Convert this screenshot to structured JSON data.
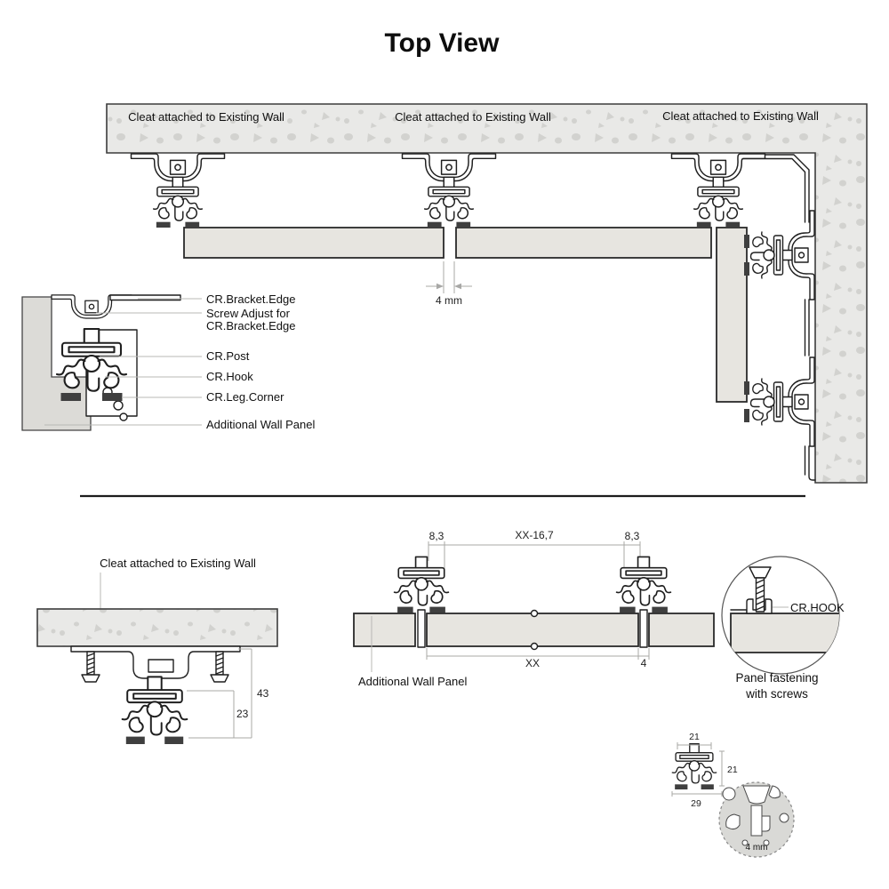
{
  "title": "Top View",
  "top_view": {
    "cleat_label_1": "Cleat attached to Existing Wall",
    "cleat_label_2": "Cleat attached to Existing Wall",
    "cleat_label_3": "Cleat attached to Existing Wall",
    "gap_dimension": "4 mm",
    "callouts": {
      "bracket_edge": "CR.Bracket.Edge",
      "screw_adjust_line1": "Screw Adjust for",
      "screw_adjust_line2": "CR.Bracket.Edge",
      "post": "CR.Post",
      "hook": "CR.Hook",
      "leg_corner": "CR.Leg.Corner",
      "additional_wall_panel": "Additional Wall Panel"
    }
  },
  "section_view": {
    "cleat_label": "Cleat attached to Existing Wall",
    "dim_total": "43",
    "dim_partial": "23",
    "dim_left_offset": "8,3",
    "dim_span": "XX-16,7",
    "dim_right_offset": "8,3",
    "dim_panel_width": "XX",
    "dim_gap": "4",
    "additional_wall_panel": "Additional Wall Panel",
    "detail_circle": {
      "hook_label": "CR.HOOK",
      "caption_line1": "Panel fastening",
      "caption_line2": "with screws"
    },
    "profile_detail": {
      "dim_width_top": "21",
      "dim_height": "21",
      "dim_width_bottom": "29",
      "dim_gap": "4 mm"
    }
  },
  "colors": {
    "wall_fill": "#e9e9e7",
    "wall_speckle": "#d2d2cf",
    "panel_fill": "#e7e5e0",
    "corner_panel_fill": "#dcdbd7",
    "outline": "#1f1f1f",
    "dim_line": "#a8a8a6",
    "text": "#111111"
  }
}
